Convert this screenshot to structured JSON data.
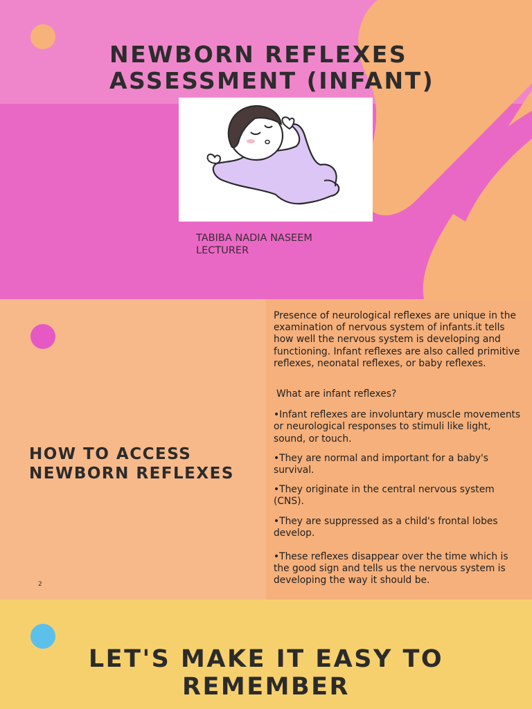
{
  "slide1": {
    "title_line1": "NEWBORN REFLEXES",
    "title_line2": "ASSESSMENT (INFANT)",
    "author_name": "TABIBA NADIA NASEEM",
    "author_role": "LECTURER"
  },
  "slide2": {
    "heading_line1": "HOW TO ACCESS",
    "heading_line2": "NEWBORN REFLEXES",
    "slide_number": "2",
    "intro": "Presence of neurological reflexes are unique in the examination of nervous system of infants.it tells how well the nervous system is developing and functioning. Infant reflexes are also called primitive reflexes, neonatal reflexes, or baby reflexes.",
    "question": "What are infant reflexes?",
    "bullets": [
      "•Infant reflexes are involuntary muscle movements or neurological responses to stimuli like light, sound, or touch.",
      "•They are normal and important for a baby's survival.",
      "•They originate in the central nervous system (CNS).",
      "•They are suppressed as a child's frontal lobes develop.",
      "•These reflexes disappear over the time which is the good sign and tells us the nervous system is developing the way it should be."
    ]
  },
  "slide3": {
    "title_line1": "LET'S MAKE IT EASY TO",
    "title_line2": "REMEMBER"
  },
  "colors": {
    "slide1_bg": "#ea68c5",
    "slide1_band": "#ef86cb",
    "swoosh": "#f6b279",
    "slide2_bg": "#f7b98a",
    "slide3_bg": "#f7d06e",
    "dot_pink": "#e659c4",
    "dot_blue": "#5bc0ea",
    "text_dark": "#2b2b2b"
  },
  "icons": [
    "sleeping-baby-illustration",
    "decorative-dot"
  ]
}
